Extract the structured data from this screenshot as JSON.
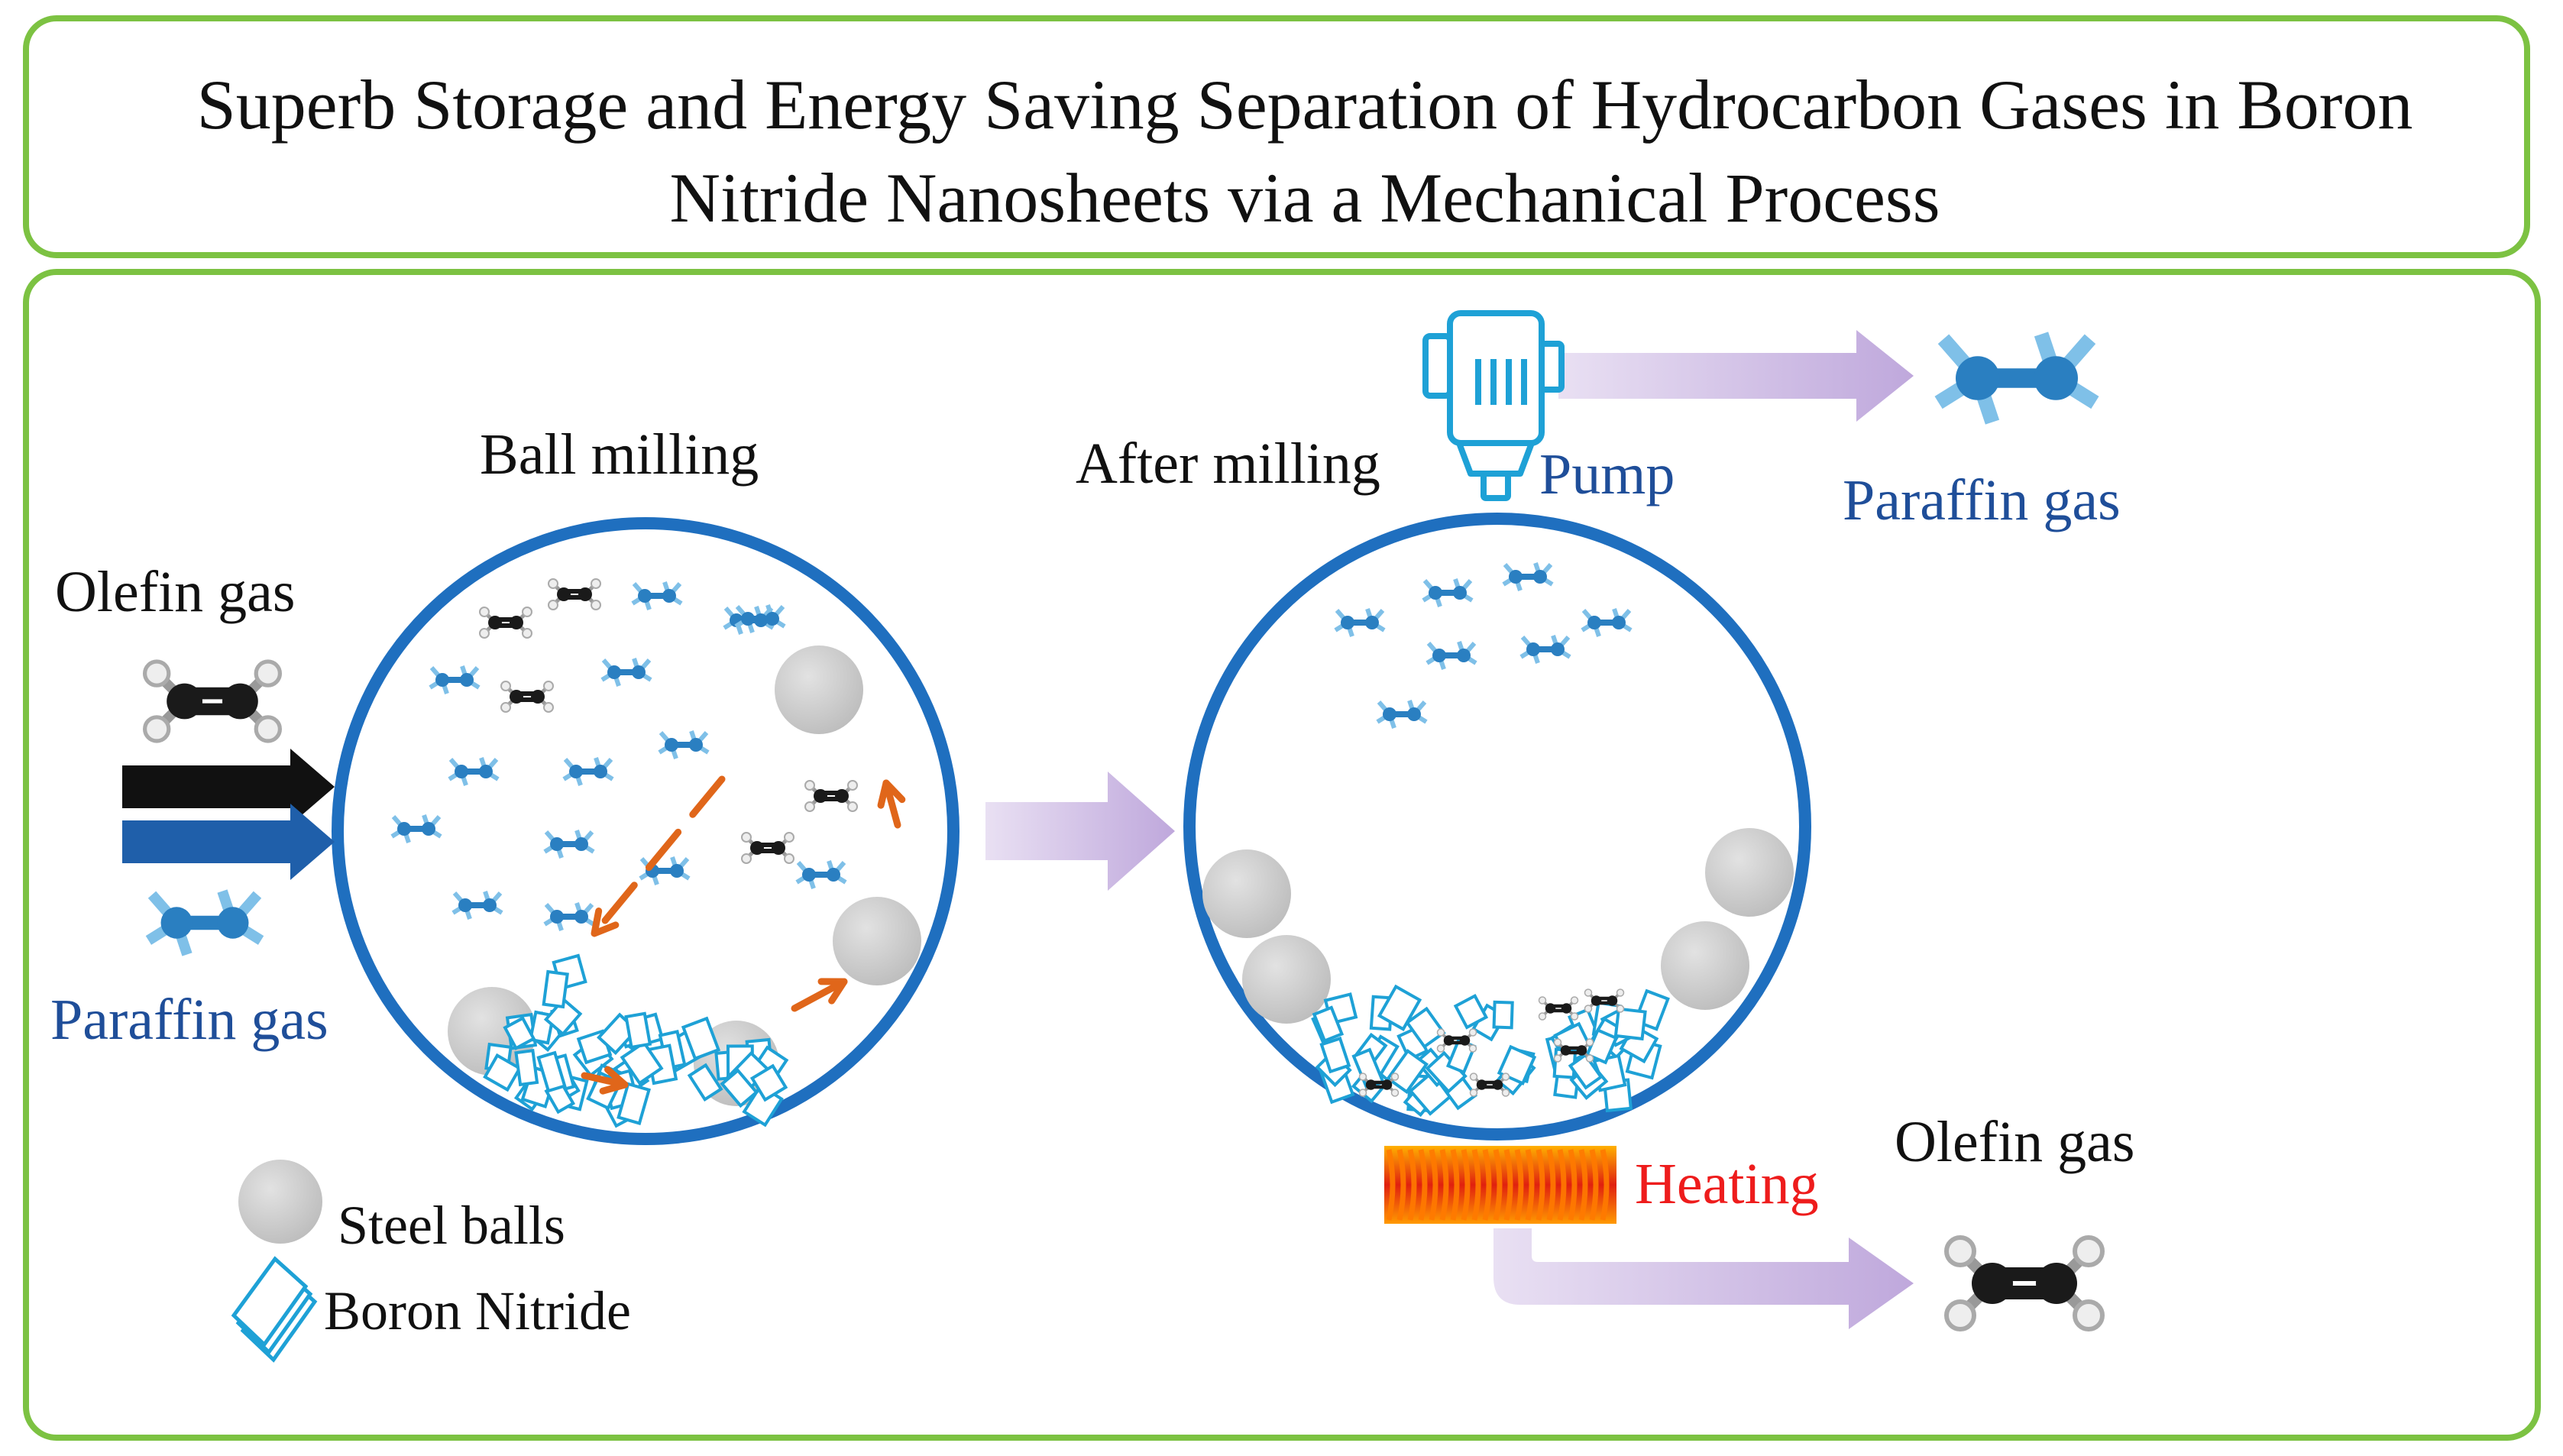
{
  "title": {
    "line1": "Superb Storage and Energy Saving Separation of Hydrocarbon Gases in Boron",
    "line2": "Nitride Nanosheets via a Mechanical Process"
  },
  "labels": {
    "ball_milling": "Ball milling",
    "after_milling": "After milling",
    "pump": "Pump",
    "heating": "Heating",
    "olefin_in": "Olefin gas",
    "paraffin_in": "Paraffin gas",
    "paraffin_out": "Paraffin gas",
    "olefin_out": "Olefin gas",
    "legend_steel": "Steel balls",
    "legend_bn": "Boron Nitride"
  },
  "colors": {
    "frame_green": "#7cc242",
    "vessel_blue": "#1f6fbf",
    "paraffin_blue": "#2a7fc1",
    "olefin_black": "#1a1a1a",
    "arrow_lavender": "#cbb7e2",
    "motion_orange": "#e0661a",
    "heating_red": "#ee1c1c",
    "pump_cyan": "#1ea1d6",
    "steel_gray": "#c9c9c9",
    "label_blue": "#1f4e99"
  }
}
